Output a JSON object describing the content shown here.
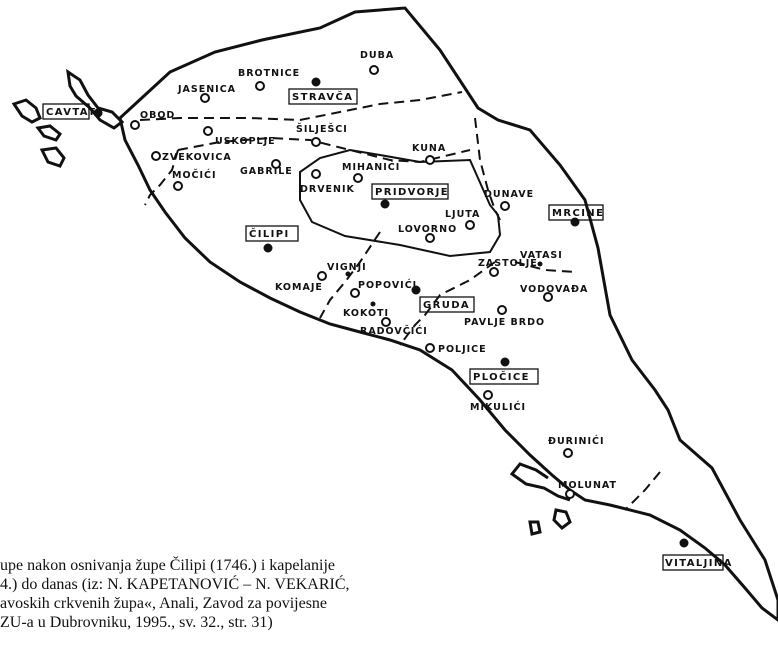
{
  "map": {
    "parishes": [
      {
        "id": "cavtat",
        "name": "CAVTAT"
      },
      {
        "id": "stravca",
        "name": "STRAVČA"
      },
      {
        "id": "pridvorje",
        "name": "PRIDVORJE"
      },
      {
        "id": "cilipi",
        "name": "ČILIPI"
      },
      {
        "id": "mrcine",
        "name": "MRCINE"
      },
      {
        "id": "gruda",
        "name": "GRUDA"
      },
      {
        "id": "plocice",
        "name": "PLOČICE"
      },
      {
        "id": "vitaljina",
        "name": "VITALJINA"
      }
    ],
    "villages": [
      {
        "id": "duba",
        "name": "DUBA"
      },
      {
        "id": "brotnice",
        "name": "BROTNICE"
      },
      {
        "id": "jasenica",
        "name": "JASENICA"
      },
      {
        "id": "obod",
        "name": "OBOD"
      },
      {
        "id": "uskoplje",
        "name": "USKOPLJE"
      },
      {
        "id": "siljesci",
        "name": "ŠILJEŠCI"
      },
      {
        "id": "zvekovica",
        "name": "ZVEKOVICA"
      },
      {
        "id": "gabrile",
        "name": "GABRILE"
      },
      {
        "id": "mocici",
        "name": "MOČIĆI"
      },
      {
        "id": "kuna",
        "name": "KUNA"
      },
      {
        "id": "mihanici",
        "name": "MIHANIĆI"
      },
      {
        "id": "drvenik",
        "name": "DRVENIK"
      },
      {
        "id": "dunave",
        "name": "DUNAVE"
      },
      {
        "id": "ljuta",
        "name": "LJUTA"
      },
      {
        "id": "lovorno",
        "name": "LOVORNO"
      },
      {
        "id": "vatasi",
        "name": "VATASI"
      },
      {
        "id": "zastolje",
        "name": "ZASTOLJE"
      },
      {
        "id": "vignji",
        "name": "VIGNJI"
      },
      {
        "id": "komaje",
        "name": "KOMAJE"
      },
      {
        "id": "popovici",
        "name": "POPOVIĆI"
      },
      {
        "id": "vodovada",
        "name": "VODOVAĐA"
      },
      {
        "id": "kokoti",
        "name": "KOKOTI"
      },
      {
        "id": "radovcici",
        "name": "RADOVČIĆI"
      },
      {
        "id": "pavlje_brdo",
        "name": "PAVLJE BRDO"
      },
      {
        "id": "poljice",
        "name": "POLJICE"
      },
      {
        "id": "mikulici",
        "name": "MIKULIĆI"
      },
      {
        "id": "durinici",
        "name": "ĐURINIĆI"
      },
      {
        "id": "molunat",
        "name": "MOLUNAT"
      }
    ]
  },
  "caption": {
    "lines": [
      "upe nakon osnivanja župe Čilipi (1746.) i kapelanije",
      "4.) do danas (iz: N. KAPETANOVIĆ – N. VEKARIĆ,",
      "avoskih crkvenih župa«, Anali, Zavod za povijesne",
      "ZU-a u Dubrovniku, 1995., sv. 32., str. 31)"
    ]
  }
}
